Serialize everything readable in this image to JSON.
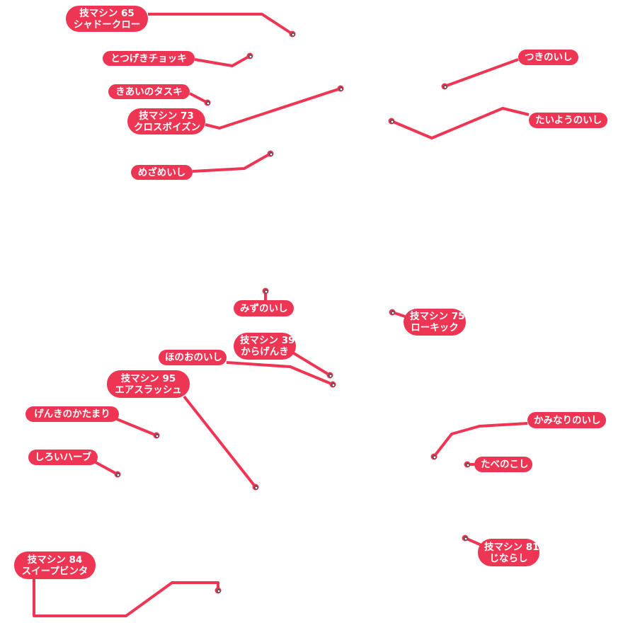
{
  "accent_color": "#ee3553",
  "marker_icon": "pokeball-icon",
  "items": [
    {
      "lines": [
        "技マシン 65",
        "シャドークロー"
      ]
    },
    {
      "lines": [
        "とつげきチョッキ"
      ]
    },
    {
      "lines": [
        "きあいのタスキ"
      ]
    },
    {
      "lines": [
        "技マシン 73",
        "クロスポイズン"
      ]
    },
    {
      "lines": [
        "めざめいし"
      ]
    },
    {
      "lines": [
        "つきのいし"
      ]
    },
    {
      "lines": [
        "たいようのいし"
      ]
    },
    {
      "lines": [
        "みずのいし"
      ]
    },
    {
      "lines": [
        "技マシン 75",
        "ローキック"
      ]
    },
    {
      "lines": [
        "技マシン 39",
        "からげんき"
      ]
    },
    {
      "lines": [
        "ほのおのいし"
      ]
    },
    {
      "lines": [
        "技マシン 95",
        "エアスラッシュ"
      ]
    },
    {
      "lines": [
        "げんきのかたまり"
      ]
    },
    {
      "lines": [
        "しろいハーブ"
      ]
    },
    {
      "lines": [
        "かみなりのいし"
      ]
    },
    {
      "lines": [
        "たべのこし"
      ]
    },
    {
      "lines": [
        "技マシン 81",
        "じならし"
      ]
    },
    {
      "lines": [
        "技マシン 84",
        "スイープビンタ"
      ]
    }
  ]
}
